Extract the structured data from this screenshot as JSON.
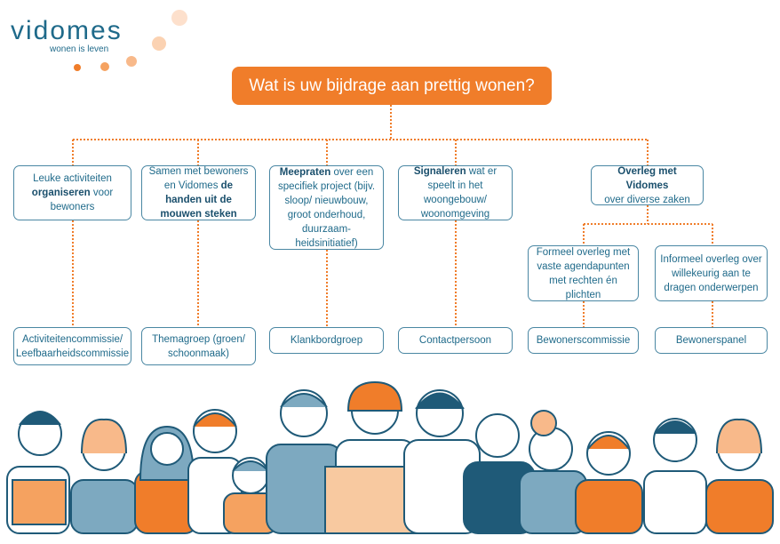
{
  "logo": {
    "name": "vidomes",
    "tagline": "wonen is leven"
  },
  "title": "Wat is uw bijdrage aan prettig wonen?",
  "level1": [
    {
      "pre": "Leuke activiteiten ",
      "bold": "organiseren",
      "post": " voor bewoners"
    },
    {
      "pre": "Samen met bewoners en Vidomes ",
      "bold": "de handen uit de mouwen steken",
      "post": ""
    },
    {
      "pre": "",
      "bold": "Meepraten",
      "post": " over een specifiek project (bijv. sloop/ nieuwbouw, groot onderhoud, duurzaam-heidsinitiatief)"
    },
    {
      "pre": "",
      "bold": "Signaleren",
      "post": " wat er speelt in het woongebouw/ woonomgeving"
    },
    {
      "pre": "",
      "bold": "Overleg met Vidomes",
      "post": " over diverse zaken"
    }
  ],
  "level2": [
    "Formeel overleg met vaste agendapunten met rechten én plichten",
    "Informeel overleg over willekeurig aan te dragen onderwerpen"
  ],
  "bottom": [
    "Activiteitencommissie/ Leefbaarheidscommissie",
    "Themagroep (groen/ schoonmaak)",
    "Klankbordgroep",
    "Contactpersoon",
    "Bewonerscommissie",
    "Bewonerspanel"
  ],
  "colors": {
    "accent": "#f07d2a",
    "text": "#1f6a8a",
    "border": "#4a87a3"
  }
}
